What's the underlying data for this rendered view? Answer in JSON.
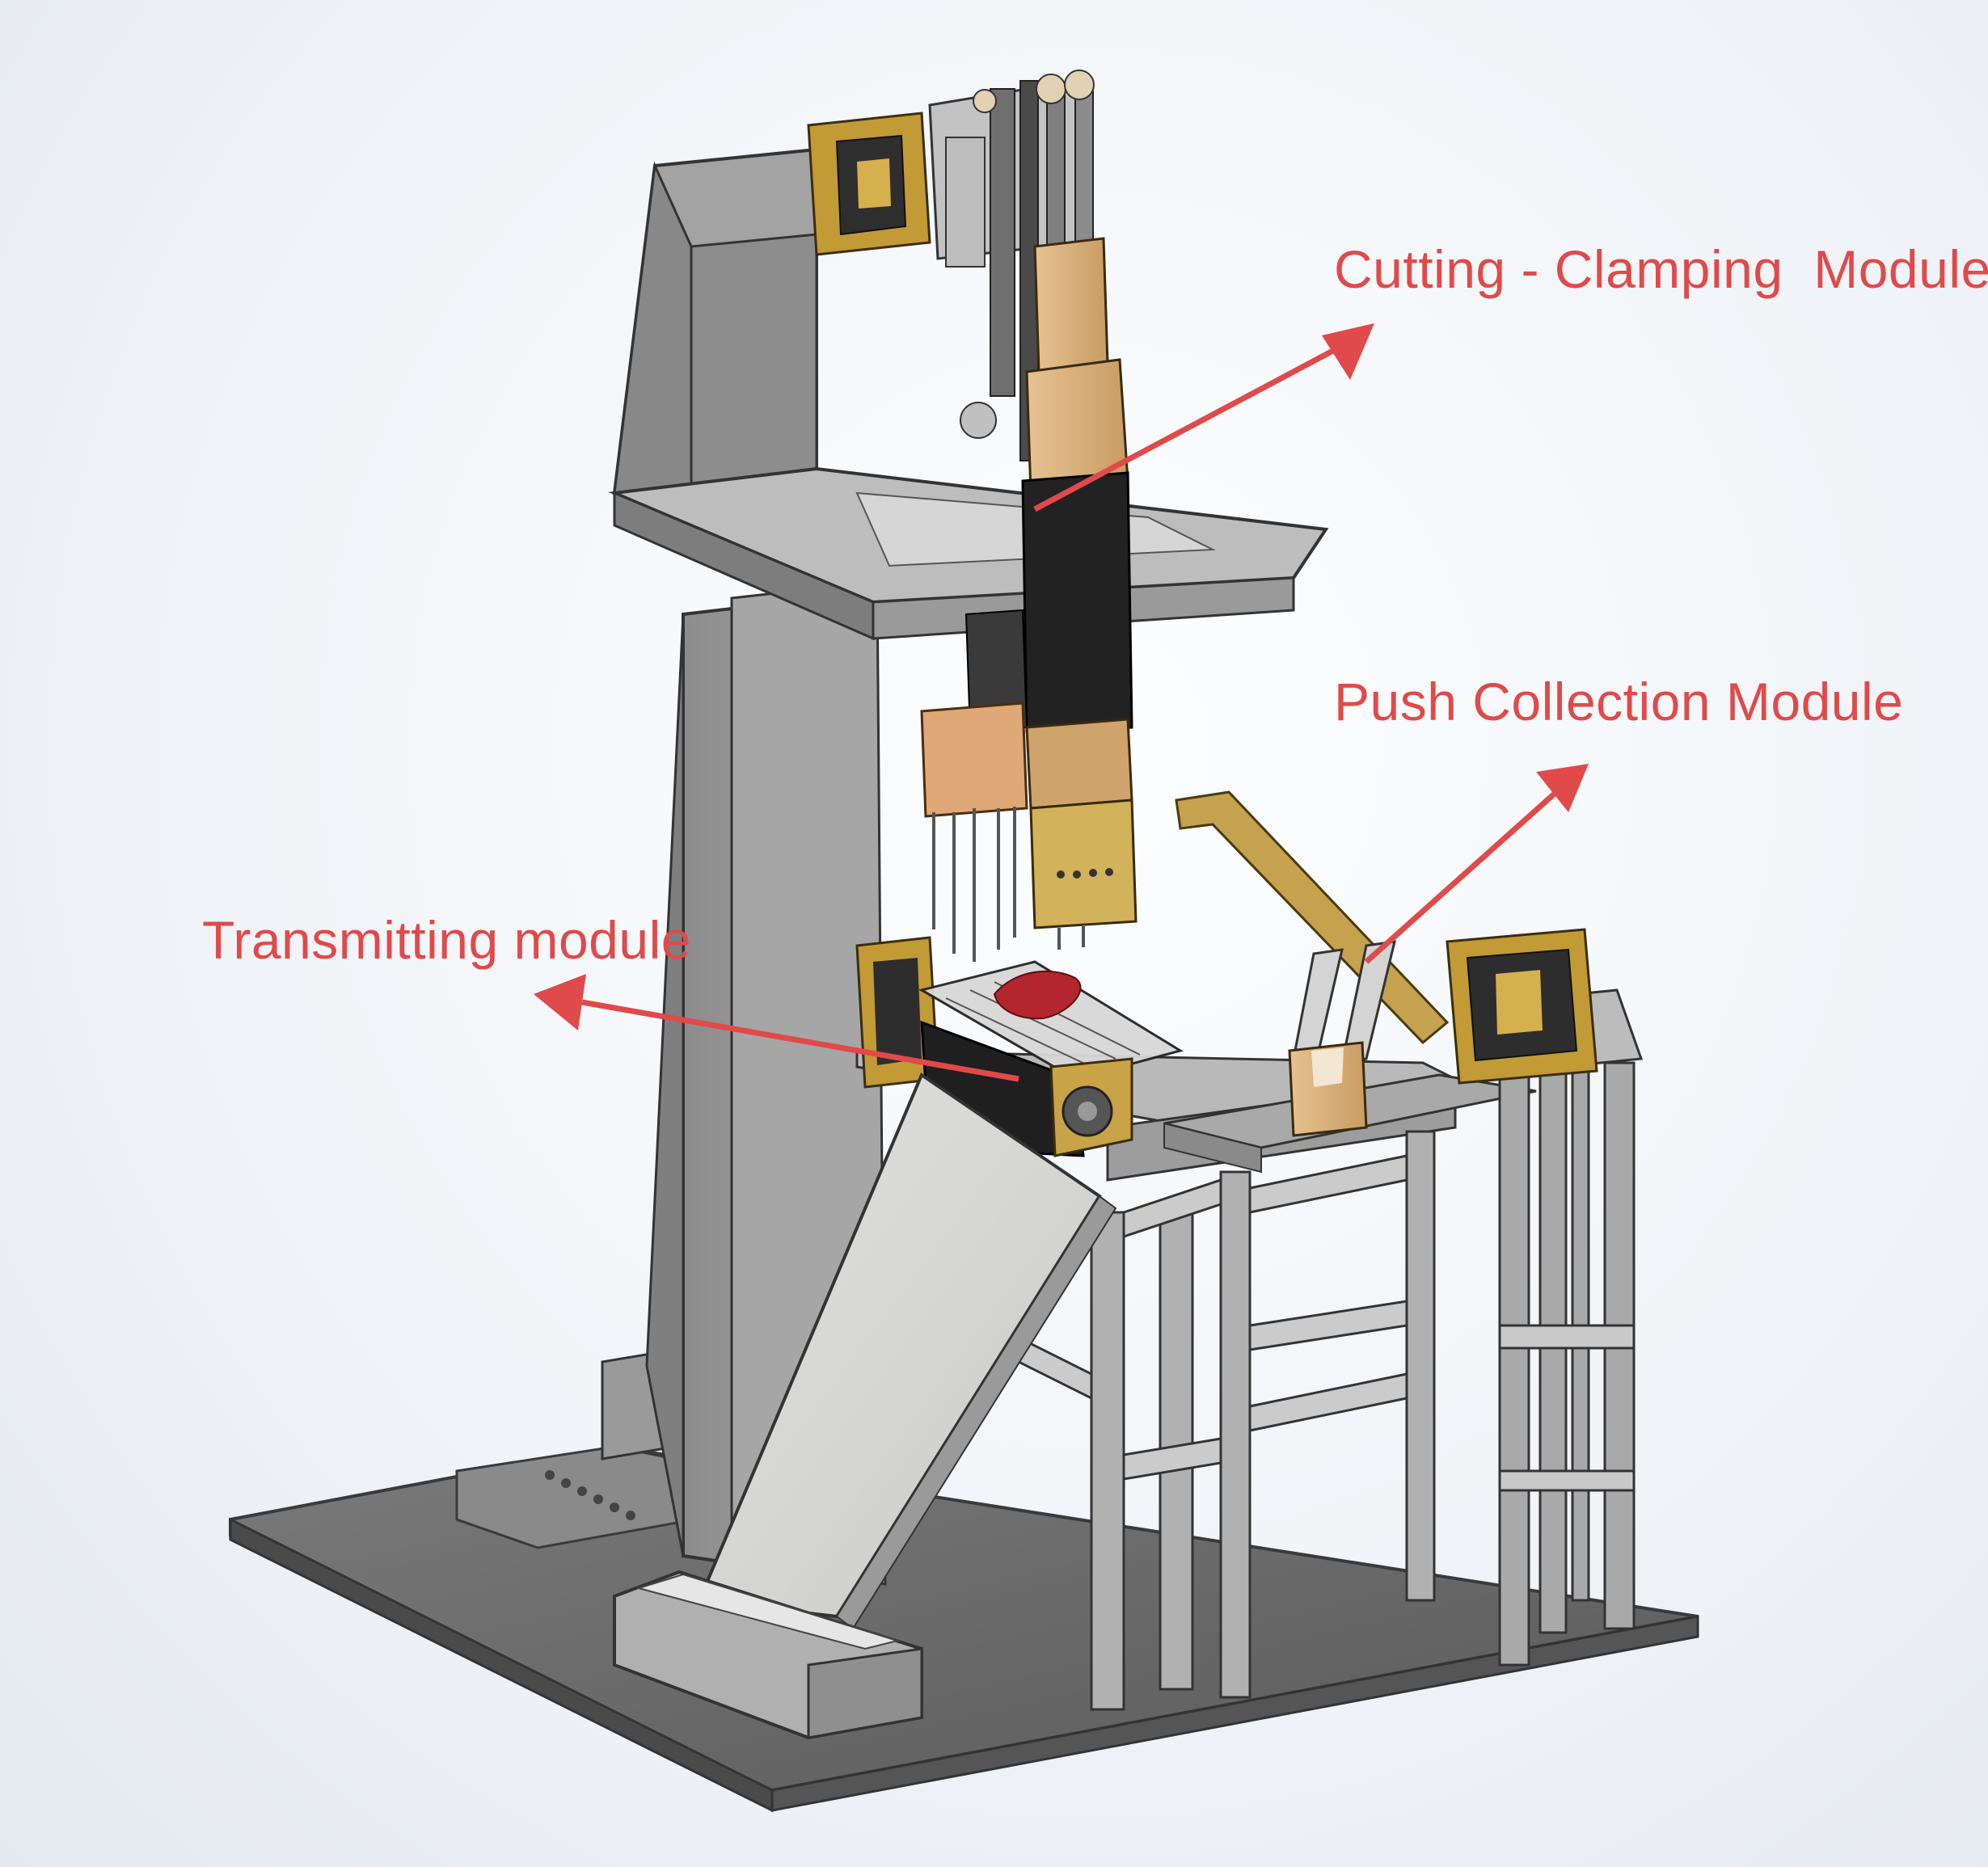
{
  "labels": {
    "cutting_clamping": "Cutting - Clamping  Module",
    "push_collection": "Push Collection Module",
    "transmitting": "Transmitting module"
  },
  "colors": {
    "annotation": "#e04a4a",
    "frame_gray": "#9c9c9c",
    "frame_light": "#c8c8c8",
    "frame_dark": "#6a6a6a",
    "base_plate": "#6d6d6d",
    "wood_tan": "#d9b07a",
    "gold": "#b9902f",
    "black": "#1e1e1e",
    "red_part": "#b3262e"
  }
}
